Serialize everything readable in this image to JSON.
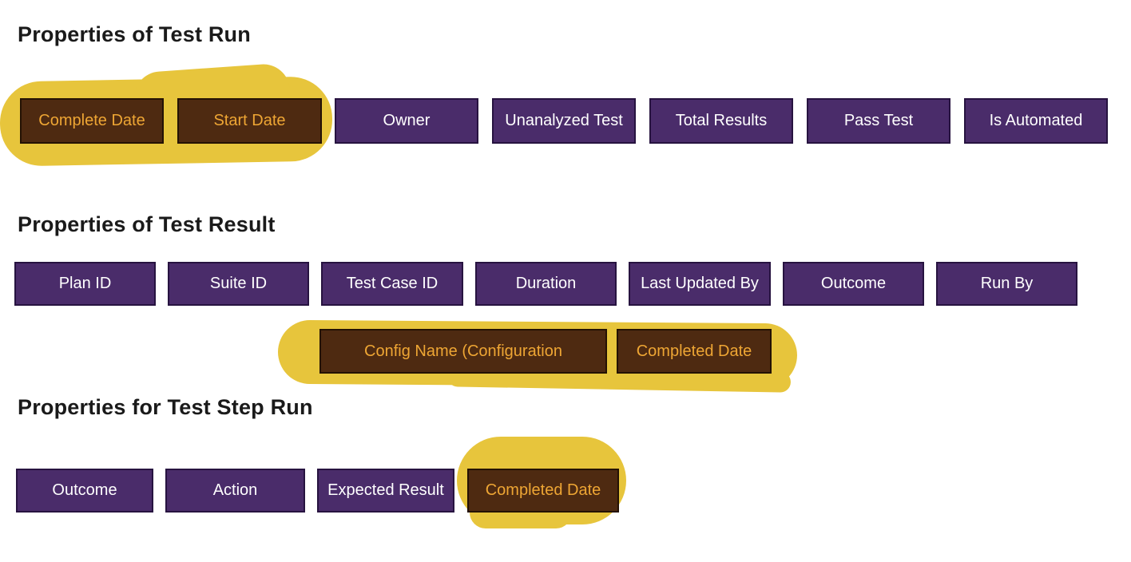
{
  "page": {
    "background": "#ffffff"
  },
  "colors": {
    "page_background": "#ffffff",
    "heading_text": "#1a1a1a",
    "box_fill": "#4a2c6a",
    "box_border": "#271340",
    "box_text": "#ffffff",
    "highlighted_box_fill": "#4e2a11",
    "highlighted_box_border": "#241204",
    "highlighted_box_text": "#eea634",
    "marker_yellow": "#e7c53c"
  },
  "sections": [
    {
      "title": "Properties of Test Run",
      "rows": [
        {
          "boxes": [
            {
              "label": "Complete Date",
              "highlighted": true
            },
            {
              "label": "Start Date",
              "highlighted": true
            },
            {
              "label": "Owner",
              "highlighted": false
            },
            {
              "label": "Unanalyzed Test",
              "highlighted": false
            },
            {
              "label": "Total Results",
              "highlighted": false
            },
            {
              "label": "Pass Test",
              "highlighted": false
            },
            {
              "label": "Is Automated",
              "highlighted": false
            }
          ]
        }
      ]
    },
    {
      "title": "Properties of Test Result",
      "rows": [
        {
          "boxes": [
            {
              "label": "Plan ID",
              "highlighted": false
            },
            {
              "label": "Suite ID",
              "highlighted": false
            },
            {
              "label": "Test Case ID",
              "highlighted": false
            },
            {
              "label": "Duration",
              "highlighted": false
            },
            {
              "label": "Last Updated By",
              "highlighted": false
            },
            {
              "label": "Outcome",
              "highlighted": false
            },
            {
              "label": "Run By",
              "highlighted": false
            }
          ]
        },
        {
          "boxes": [
            {
              "label": "Config Name (Configuration",
              "highlighted": true
            },
            {
              "label": "Completed Date",
              "highlighted": true
            }
          ]
        }
      ]
    },
    {
      "title": "Properties for Test Step Run",
      "rows": [
        {
          "boxes": [
            {
              "label": "Outcome",
              "highlighted": false
            },
            {
              "label": "Action",
              "highlighted": false
            },
            {
              "label": "Expected Result",
              "highlighted": false
            },
            {
              "label": "Completed Date",
              "highlighted": true
            }
          ]
        }
      ]
    }
  ]
}
